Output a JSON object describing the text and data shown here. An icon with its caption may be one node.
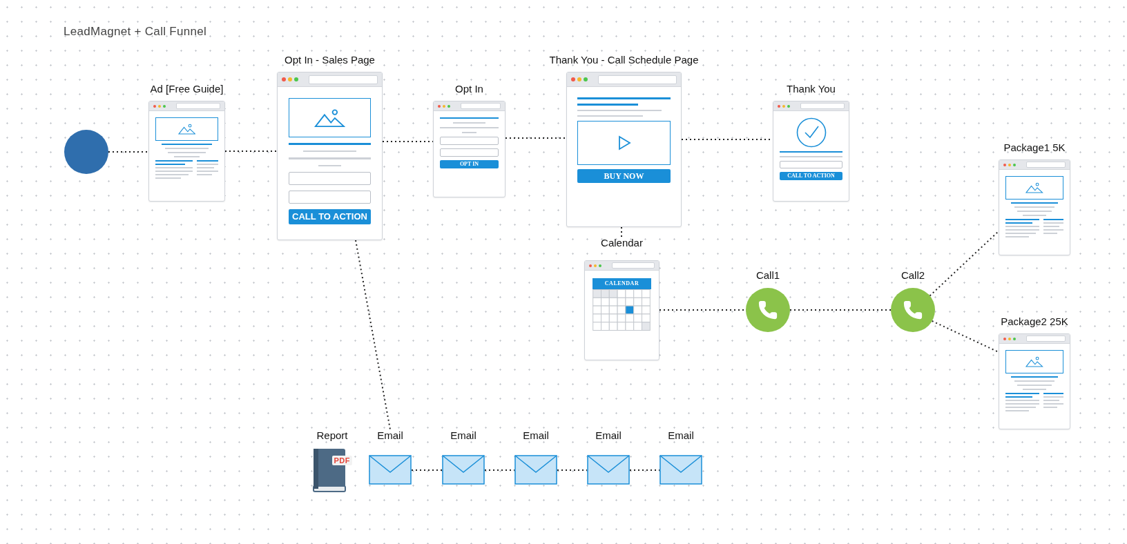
{
  "diagram": {
    "title": "LeadMagnet + Call Funnel",
    "nodes": [
      {
        "text": [],
        "shape": "circle"
      },
      {
        "text": [
          "Ad [Free Guide]"
        ]
      },
      {
        "text": [
          "Opt In - Sales Page",
          "CALL TO ACTION"
        ]
      },
      {
        "text": [
          "Opt In",
          "OPT IN"
        ]
      },
      {
        "text": [
          "Thank You - Call Schedule Page",
          "BUY NOW"
        ]
      },
      {
        "text": [
          "Thank You",
          "CALL TO ACTION"
        ]
      },
      {
        "text": [
          "Package1 5K"
        ]
      },
      {
        "text": [
          "Package2 25K"
        ]
      },
      {
        "text": [
          "Calendar",
          "CALENDAR"
        ]
      },
      {
        "text": [
          "Call1"
        ]
      },
      {
        "text": [
          "Call2"
        ]
      },
      {
        "text": [
          "Report",
          "PDF"
        ]
      },
      {
        "text": [
          "Email"
        ]
      },
      {
        "text": [
          "Email"
        ]
      },
      {
        "text": [
          "Email"
        ]
      },
      {
        "text": [
          "Email"
        ]
      },
      {
        "text": [
          "Email"
        ]
      }
    ],
    "edges": [
      {
        "from": 0,
        "to": 1,
        "arrow": "none"
      },
      {
        "from": 1,
        "to": 2,
        "arrow": "none"
      },
      {
        "from": 2,
        "to": 3,
        "arrow": "none"
      },
      {
        "from": 3,
        "to": 4,
        "arrow": "none"
      },
      {
        "from": 4,
        "to": 5,
        "arrow": "none"
      },
      {
        "from": 4,
        "to": 8,
        "arrow": "none"
      },
      {
        "from": 8,
        "to": 9,
        "arrow": "none"
      },
      {
        "from": 9,
        "to": 10,
        "arrow": "none"
      },
      {
        "from": 10,
        "to": 6,
        "arrow": "none"
      },
      {
        "from": 10,
        "to": 7,
        "arrow": "none"
      },
      {
        "from": 2,
        "to": 12,
        "arrow": "none"
      },
      {
        "from": 12,
        "to": 13,
        "arrow": "none"
      },
      {
        "from": 13,
        "to": 14,
        "arrow": "none"
      },
      {
        "from": 14,
        "to": 15,
        "arrow": "none"
      },
      {
        "from": 15,
        "to": 16,
        "arrow": "none"
      }
    ]
  }
}
